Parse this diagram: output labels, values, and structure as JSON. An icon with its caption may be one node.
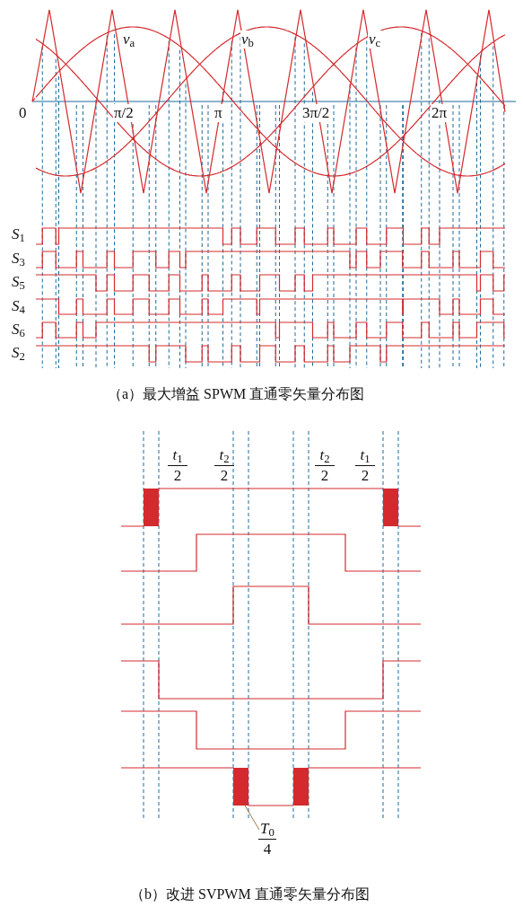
{
  "diagram": {
    "nodes": [
      {
        "text": [
          "*T*$_{0}$",
          "4"
        ]
      },
      {
        "text": [],
        "shape": "bar"
      }
    ],
    "edges": [
      {
        "from": 0,
        "to": 1,
        "arrow": "none"
      }
    ],
    "labels": [
      "*v*$_{a}$",
      "*v*$_{b}$",
      "*v*$_{c}$",
      "0",
      "π/2",
      "π",
      "3π/2",
      "2π",
      "*S*$_{1}$",
      "*S*$_{3}$",
      "*S*$_{5}$",
      "*S*$_{4}$",
      "*S*$_{6}$",
      "*S*$_{2}$",
      "（a）最大增益 SPWM 直通零矢量分布图",
      "*t*$_{1}$",
      "2",
      "*t*$_{2}$",
      "2",
      "*t*$_{2}$",
      "2",
      "*t*$_{1}$",
      "2",
      "（b）改进 SVPWM 直通零矢量分布图"
    ]
  }
}
